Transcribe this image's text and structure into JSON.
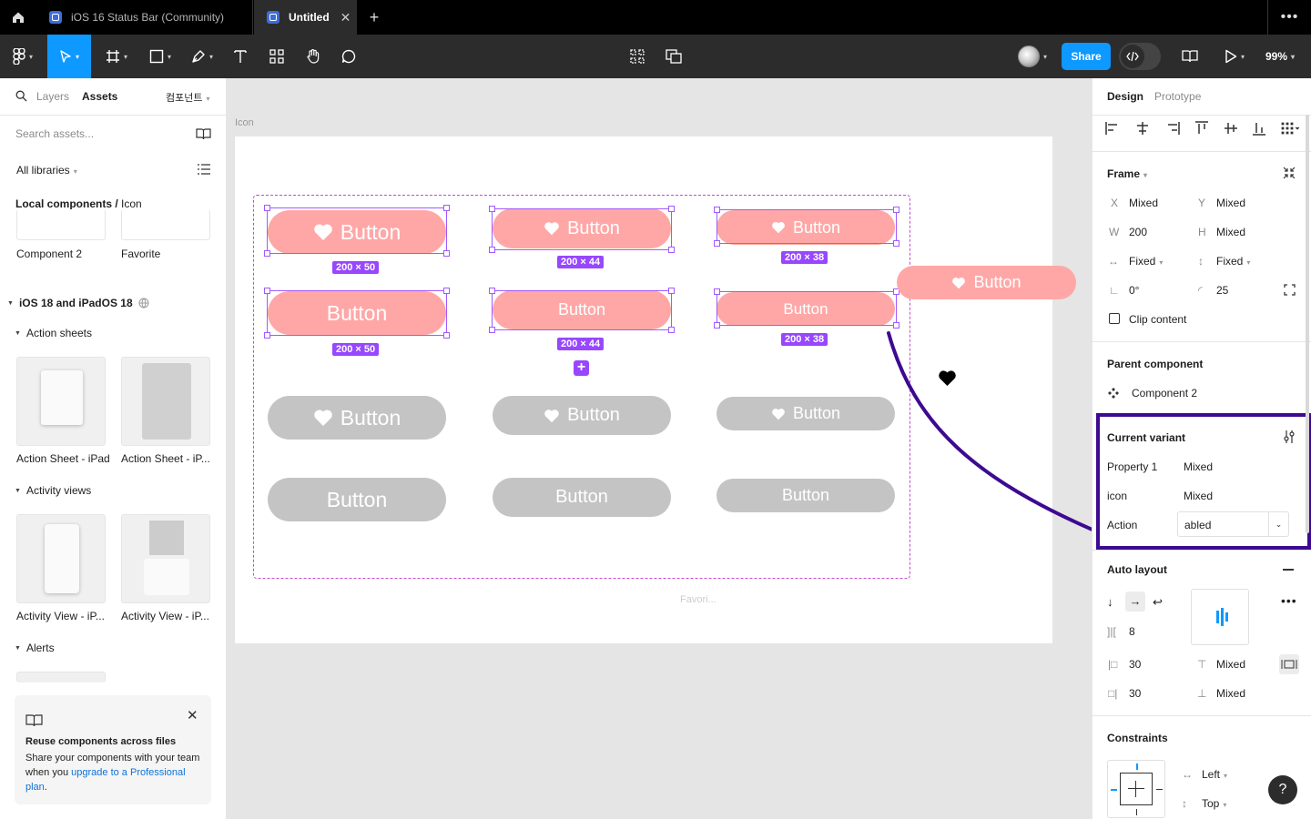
{
  "tabs": [
    {
      "label": "iOS 16 Status Bar (Community)"
    },
    {
      "label": "Untitled"
    }
  ],
  "toolbar": {
    "share": "Share",
    "zoom": "99%"
  },
  "left_panel": {
    "tab_layers": "Layers",
    "tab_assets": "Assets",
    "filter": "컴포넌트",
    "search_placeholder": "Search assets...",
    "libraries": "All libraries",
    "breadcrumb_root": "Local components /",
    "breadcrumb_leaf": "Icon",
    "local_items": [
      "Component 2",
      "Favorite"
    ],
    "library_name": "iOS 18 and iPadOS 18",
    "sections": [
      {
        "title": "Action sheets",
        "items": [
          "Action Sheet - iPad",
          "Action Sheet - iP..."
        ]
      },
      {
        "title": "Activity views",
        "items": [
          "Activity View - iP...",
          "Activity View - iP..."
        ]
      },
      {
        "title": "Alerts",
        "items": []
      }
    ],
    "promo": {
      "title": "Reuse components across files",
      "body": "Share your components with your team when you ",
      "link": "upgrade to a Professional plan",
      "end": "."
    }
  },
  "canvas": {
    "frame_label": "Icon",
    "favorite_label": "Favori...",
    "button_label": "Button",
    "sizes": [
      "200 × 50",
      "200 × 44",
      "200 × 38",
      "200 × 50",
      "200 × 44",
      "200 × 38"
    ]
  },
  "right_panel": {
    "tab_design": "Design",
    "tab_prototype": "Prototype",
    "frame": {
      "title": "Frame",
      "x_label": "X",
      "x": "Mixed",
      "y_label": "Y",
      "y": "Mixed",
      "w_label": "W",
      "w": "200",
      "h_label": "H",
      "h": "Mixed",
      "w_mode": "Fixed",
      "h_mode": "Fixed",
      "rotation": "0°",
      "radius": "25",
      "clip": "Clip content"
    },
    "parent": {
      "title": "Parent component",
      "name": "Component 2"
    },
    "variant": {
      "title": "Current variant",
      "props": [
        {
          "label": "Property 1",
          "value": "Mixed"
        },
        {
          "label": "icon",
          "value": "Mixed"
        },
        {
          "label": "Action",
          "value": "abled"
        }
      ]
    },
    "autolayout": {
      "title": "Auto layout",
      "gap": "8",
      "pad_left": "30",
      "pad_top": "Mixed",
      "pad_right": "30",
      "pad_bottom": "Mixed"
    },
    "constraints": {
      "title": "Constraints",
      "h": "Left",
      "v": "Top"
    }
  },
  "colors": {
    "accent": "#0d99ff",
    "pink": "#ffa7a7",
    "gray": "#c4c4c4",
    "selection": "#a259ff",
    "annotation": "#3d0a91"
  }
}
